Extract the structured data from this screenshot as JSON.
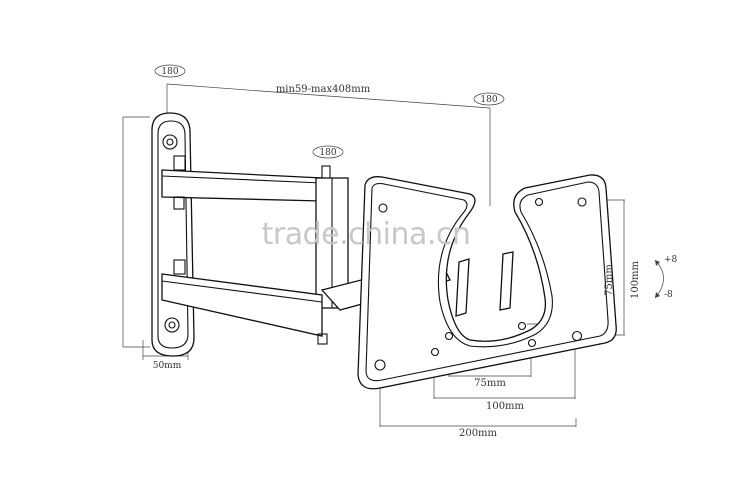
{
  "labels": {
    "rotation_top_left": "180",
    "rotation_top_right": "180",
    "rotation_arm": "180",
    "extension": "min59-max408mm",
    "wall_plate_width": "50mm",
    "vesa_75_h": "75mm",
    "vesa_100_h": "100mm",
    "vesa_200_h": "200mm",
    "vesa_75_v": "75mm",
    "vesa_100_v": "100mm",
    "tilt_up": "+8",
    "tilt_down": "-8"
  },
  "watermark": "trade.china.cn",
  "colors": {
    "line": "#111111",
    "dimension": "#444444",
    "watermark": "#c8c8c8"
  }
}
